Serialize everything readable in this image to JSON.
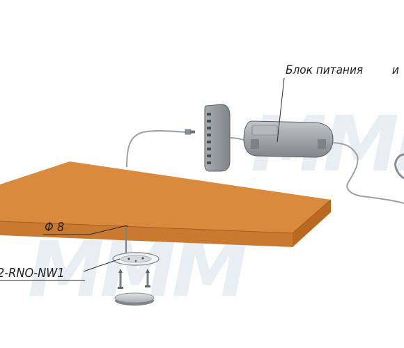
{
  "labels": {
    "power_supply": "Блок питания",
    "diameter": "Φ 8",
    "model_code": "2-RNO-NW1",
    "watermark": "MMM"
  },
  "colors": {
    "wood_top": "#d8893b",
    "wood_front": "#cf7d2f",
    "wood_side": "#b8691f",
    "device_gray": "#9a9ea3",
    "watermark": "#e7edf4",
    "line": "#2a2a2a"
  }
}
